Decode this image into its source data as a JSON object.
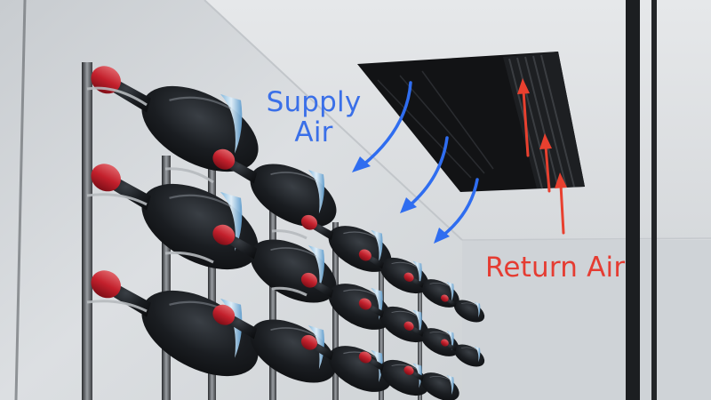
{
  "labels": {
    "supply_line1": "Supply",
    "supply_line2": "Air",
    "return": "Return Air"
  },
  "colors": {
    "supply_arrow": "#2f6df0",
    "return_arrow": "#e8402f",
    "supply_text": "#3a6fe8",
    "return_text": "#e53c32",
    "vent": "#111214",
    "wall": "#d9dcdf"
  },
  "icons": {
    "supply": "curved-down-arrow-icon",
    "return": "up-arrow-icon"
  }
}
